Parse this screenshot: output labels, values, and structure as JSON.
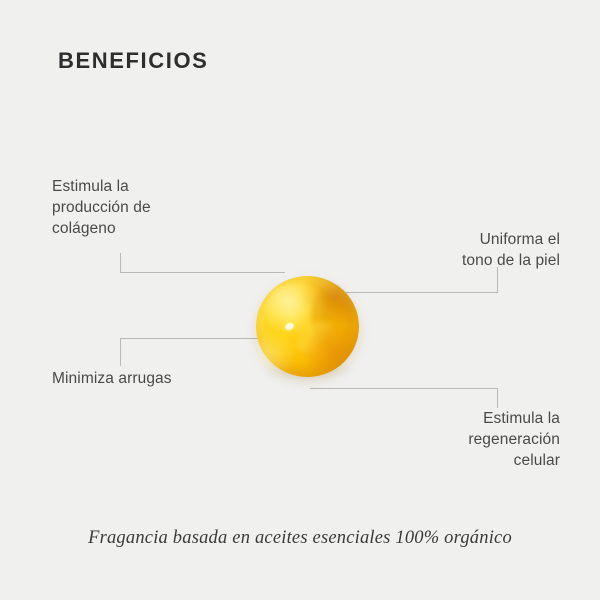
{
  "page": {
    "title": "BENEFICIOS",
    "background_color": "#f0f0ef",
    "text_color": "#4a4a4a"
  },
  "product": {
    "name": "gel-capsule",
    "shape": "oval-drop",
    "colors": {
      "highlight": "#fff8a0",
      "body": "#ffc600",
      "mid": "#fbb000",
      "shadow": "#e79200",
      "deep": "#d6800a"
    }
  },
  "benefits": [
    {
      "id": "colageno",
      "label": "Estimula la\nproducción de\ncolágeno",
      "side": "left",
      "position": "top"
    },
    {
      "id": "tono",
      "label": "Uniforma el\ntono de la piel",
      "side": "right",
      "position": "top"
    },
    {
      "id": "arrugas",
      "label": "Minimiza arrugas",
      "side": "left",
      "position": "bottom"
    },
    {
      "id": "regeneracion",
      "label": "Estimula la\nregeneración\ncelular",
      "side": "right",
      "position": "bottom"
    }
  ],
  "leader_lines": {
    "color": "#b9b9b7"
  },
  "footer": {
    "text": "Fragancia basada en aceites esenciales 100% orgánico"
  }
}
